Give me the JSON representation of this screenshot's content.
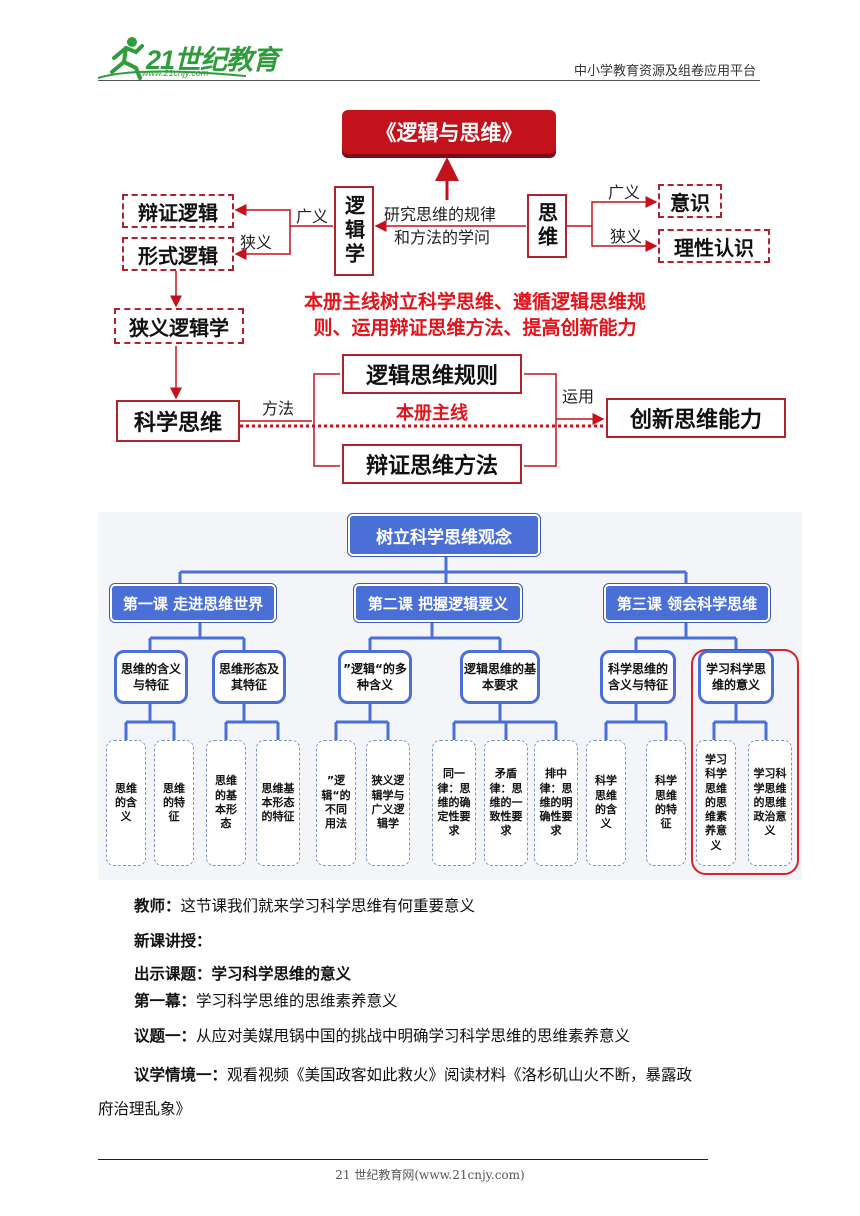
{
  "header": {
    "logo_main": "21世纪教育",
    "logo_sub": "www.21cnjy.com",
    "right_text": "中小学教育资源及组卷应用平台"
  },
  "diagram1": {
    "title": "《逻辑与思维》",
    "logic_box": "逻辑学",
    "thinking_box": "思维",
    "center_label_line1": "研究思维的规律",
    "center_label_line2": "和方法的学问",
    "broad_left": "广义",
    "narrow_left": "狭义",
    "broad_right": "广义",
    "narrow_right": "狭义",
    "dialectical_logic": "辩证逻辑",
    "formal_logic": "形式逻辑",
    "consciousness": "意识",
    "rational_cognition": "理性认识",
    "narrow_logic": "狭义逻辑学",
    "mainline_line1": "本册主线树立科学思维、遵循逻辑思维规",
    "mainline_line2": "则、运用辩证思维方法、提高创新能力",
    "logic_rules": "逻辑思维规则",
    "scientific_thinking": "科学思维",
    "method_label": "方法",
    "book_mainline": "本册主线",
    "dialectical_methods": "辩证思维方法",
    "apply_label": "运用",
    "innovation": "创新思维能力"
  },
  "diagram2": {
    "root": "树立科学思维观念",
    "lessons": [
      "第一课  走进思维世界",
      "第二课  把握逻辑要义",
      "第三课  领会科学思维"
    ],
    "topics": [
      "思维的含义与特征",
      "思维形态及其特征",
      "”逻辑“的多种含义",
      "逻辑思维的基本要求",
      "科学思维的含义与特征",
      "学习科学思维的意义"
    ],
    "leaves": [
      "思维的含义",
      "思维的特征",
      "思维的基本形态",
      "思维基本形态的特征",
      "”逻辑“的不同用法",
      "狭义逻辑学与广义逻辑学",
      "同一律：思维的确定性要求",
      "矛盾律：思维的一致性要求",
      "排中律：思维的明确性要求",
      "科学思维的含义",
      "科学思维的特征",
      "学习科学思维的思维素养意义",
      "学习科学思维的思维政治意义"
    ]
  },
  "text": {
    "p1_label": "教师：",
    "p1_body": "这节课我们就来学习科学思维有何重要意义",
    "p2": "新课讲授：",
    "p3": "出示课题：学习科学思维的意义",
    "p4_label": "第一幕：",
    "p4_body": "学习科学思维的思维素养意义",
    "p5_label": "议题一：",
    "p5_body": "从应对美媒甩锅中国的挑战中明确学习科学思维的思维素养意义",
    "p6_label": "议学情境一：",
    "p6_body": "观看视频《美国政客如此救火》阅读材料《洛杉矶山火不断，暴露政",
    "p6_cont": "府治理乱象》"
  },
  "footer": "21 世纪教育网(www.21cnjy.com)",
  "colors": {
    "red": "#c4121c",
    "blue": "#4a6fd6",
    "logo_green": "#2f9c3b"
  }
}
